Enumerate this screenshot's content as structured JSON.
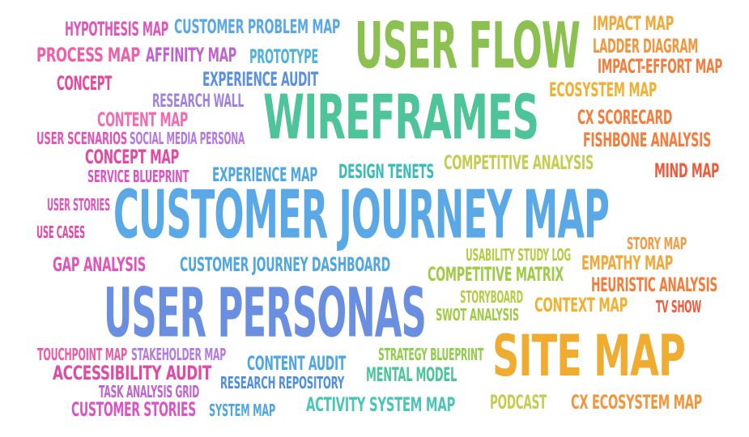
{
  "words": [
    {
      "text": "HYPOTHESIS MAP",
      "color": "#e055bb"
    },
    {
      "text": "CUSTOMER PROBLEM MAP",
      "color": "#5aa9e6"
    },
    {
      "text": "USER FLOW",
      "color": "#8cc152"
    },
    {
      "text": "IMPACT MAP",
      "color": "#f2a93b"
    },
    {
      "text": "LADDER DIAGRAM",
      "color": "#f2963b"
    },
    {
      "text": "PROCESS MAP",
      "color": "#ee5fa7"
    },
    {
      "text": "AFFINITY MAP",
      "color": "#c062d0"
    },
    {
      "text": "PROTOTYPE",
      "color": "#4fb3d9"
    },
    {
      "text": "IMPACT-EFFORT MAP",
      "color": "#f47c3c"
    },
    {
      "text": "CONCEPT",
      "color": "#e8479b"
    },
    {
      "text": "EXPERIENCE AUDIT",
      "color": "#5b8fe0"
    },
    {
      "text": "ECOSYSTEM MAP",
      "color": "#f0b133"
    },
    {
      "text": "RESEARCH WALL",
      "color": "#9f83dc"
    },
    {
      "text": "WIREFRAMES",
      "color": "#4dc49a"
    },
    {
      "text": "CONTENT MAP",
      "color": "#ef6db4"
    },
    {
      "text": "CX SCORECARD",
      "color": "#f47c3c"
    },
    {
      "text": "USER SCENARIOS",
      "color": "#e055bb"
    },
    {
      "text": "SOCIAL MEDIA PERSONA",
      "color": "#b27ae0"
    },
    {
      "text": "FISHBONE ANALYSIS",
      "color": "#f47c3c"
    },
    {
      "text": "CONCEPT MAP",
      "color": "#e14aa3"
    },
    {
      "text": "COMPETITIVE ANALYSIS",
      "color": "#c5cc4f"
    },
    {
      "text": "SERVICE BLUEPRINT",
      "color": "#d954c6"
    },
    {
      "text": "EXPERIENCE MAP",
      "color": "#4fa6e0"
    },
    {
      "text": "DESIGN TENETS",
      "color": "#3cbcb8"
    },
    {
      "text": "MIND MAP",
      "color": "#f25a3c"
    },
    {
      "text": "USER STORIES",
      "color": "#e055bb"
    },
    {
      "text": "CUSTOMER JOURNEY MAP",
      "color": "#5aa9e6"
    },
    {
      "text": "USE CASES",
      "color": "#e14aa3"
    },
    {
      "text": "STORY MAP",
      "color": "#f39c45"
    },
    {
      "text": "USABILITY STUDY LOG",
      "color": "#b6cc45"
    },
    {
      "text": "GAP ANALYSIS",
      "color": "#e055bb"
    },
    {
      "text": "CUSTOMER JOURNEY DASHBOARD",
      "color": "#4fa6e0"
    },
    {
      "text": "EMPATHY MAP",
      "color": "#f2a93b"
    },
    {
      "text": "COMPETITIVE MATRIX",
      "color": "#9fcc45"
    },
    {
      "text": "HEURISTIC ANALYSIS",
      "color": "#f47c3c"
    },
    {
      "text": "STORYBOARD",
      "color": "#b6cc45"
    },
    {
      "text": "USER PERSONAS",
      "color": "#6a8fe0"
    },
    {
      "text": "CONTEXT MAP",
      "color": "#f0b133"
    },
    {
      "text": "TV SHOW",
      "color": "#f25a3c"
    },
    {
      "text": "SWOT ANALYSIS",
      "color": "#9fcc45"
    },
    {
      "text": "SITE MAP",
      "color": "#f0ac30"
    },
    {
      "text": "TOUCHPOINT MAP",
      "color": "#ea5ca4"
    },
    {
      "text": "STAKEHOLDER MAP",
      "color": "#b27ae0"
    },
    {
      "text": "STRATEGY BLUEPRINT",
      "color": "#8fcc4a"
    },
    {
      "text": "CONTENT AUDIT",
      "color": "#4fa6e0"
    },
    {
      "text": "ACCESSIBILITY AUDIT",
      "color": "#e14aa3"
    },
    {
      "text": "MENTAL MODEL",
      "color": "#4dc49a"
    },
    {
      "text": "RESEARCH REPOSITORY",
      "color": "#4f8fe0"
    },
    {
      "text": "TASK ANALYSIS GRID",
      "color": "#c062d0"
    },
    {
      "text": "PODCAST",
      "color": "#c5cc4f"
    },
    {
      "text": "CX ECOSYSTEM MAP",
      "color": "#f2963b"
    },
    {
      "text": "ACTIVITY SYSTEM MAP",
      "color": "#4dc4b8"
    },
    {
      "text": "CUSTOMER STORIES",
      "color": "#d954c6"
    },
    {
      "text": "SYSTEM MAP",
      "color": "#4fa6e0"
    }
  ]
}
